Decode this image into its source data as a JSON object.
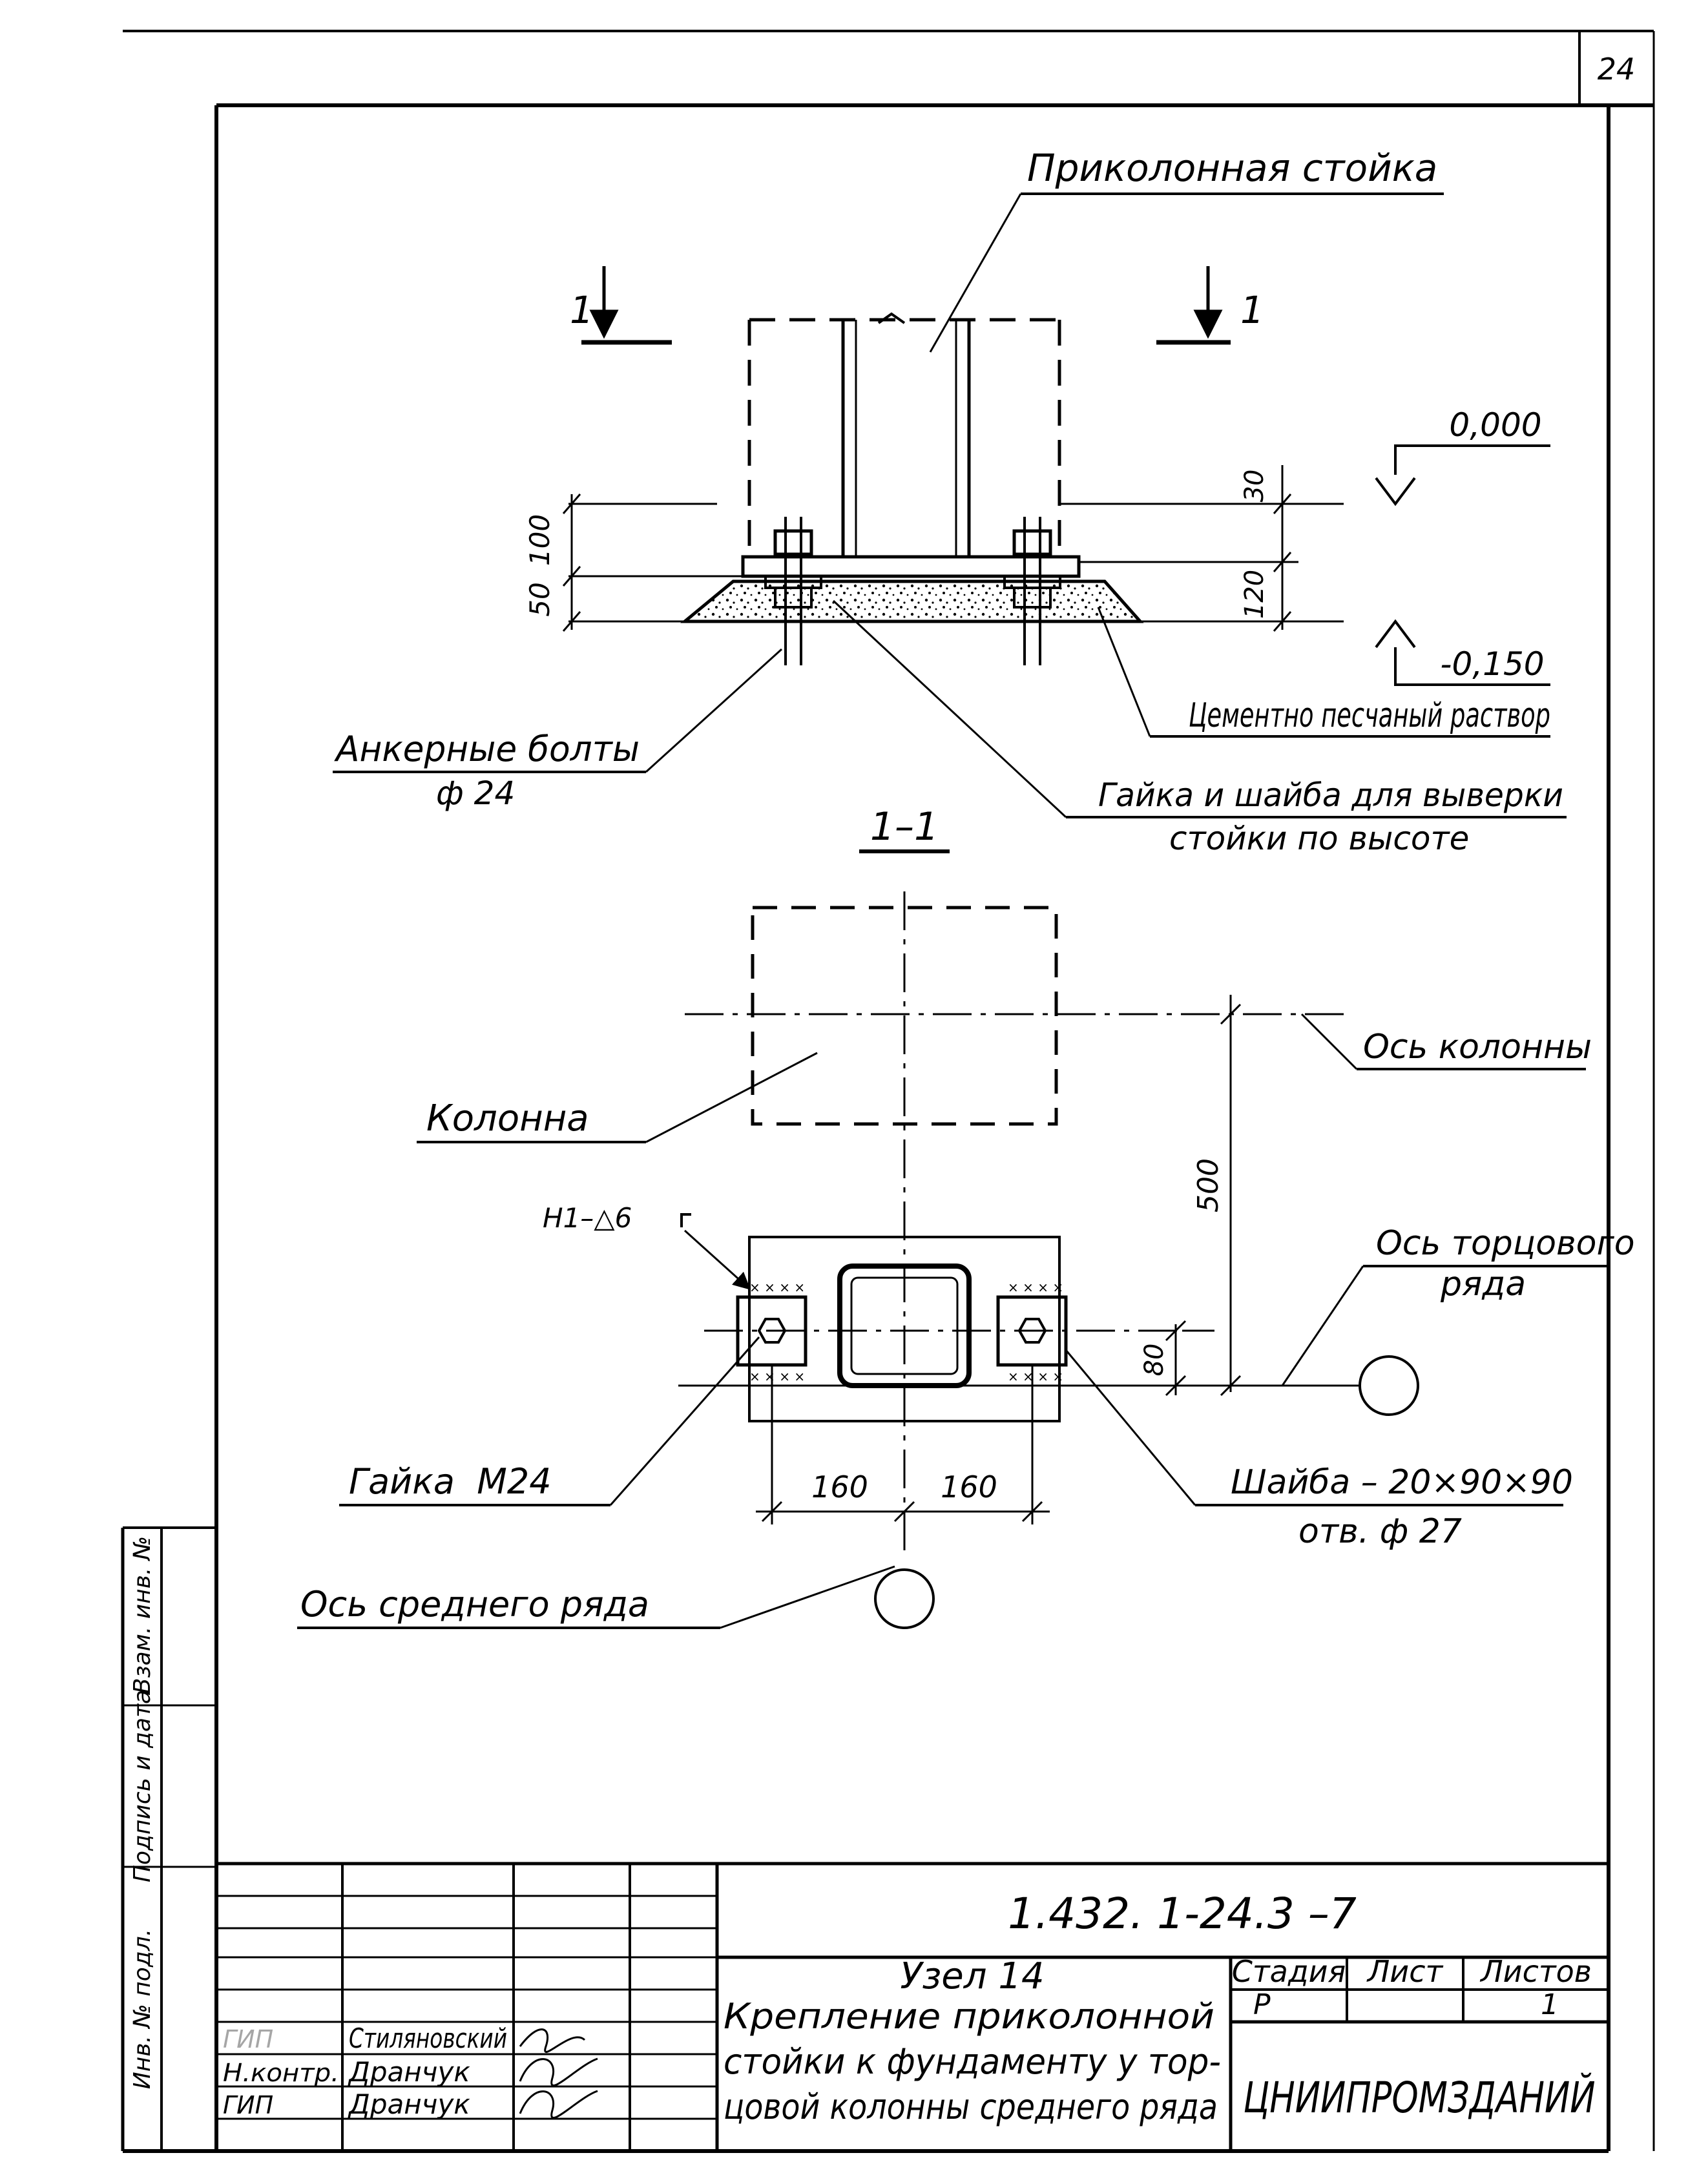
{
  "sheet_number": "24",
  "elevation": {
    "label_column": "Приколонная стойка",
    "section_mark_left": "1",
    "section_mark_right": "1",
    "level_top": "0,000",
    "level_bottom": "-0,150",
    "dim_left_100": "100",
    "dim_left_50": "50",
    "dim_right_30": "30",
    "dim_right_120": "120",
    "label_mortar": "Цементно песчаный раствор",
    "label_nut_washer_line1": "Гайка и шайба для выверки",
    "label_nut_washer_line2": "стойки по высоте",
    "label_anchor_line1": "Анкерные болты",
    "label_anchor_line2": "ф 24"
  },
  "section": {
    "title": "1–1",
    "label_column": "Колонна",
    "label_column_axis": "Ось колонны",
    "label_end_row_axis_line1": "Ось торцового",
    "label_end_row_axis_line2": "ряда",
    "label_weld": "Н1–△6",
    "dim_500": "500",
    "dim_80": "80",
    "dim_160_left": "160",
    "dim_160_right": "160",
    "label_nut": "Гайка  М24",
    "label_washer_line1": "Шайба – 20×90×90",
    "label_washer_line2": "отв. ф 27",
    "label_middle_row_axis": "Ось среднего ряда"
  },
  "side_stamp": {
    "inv_no": "Инв. № подл.",
    "sign_date": "Подпись и дата",
    "replaces_inv": "Взам. инв. №"
  },
  "title_block": {
    "document_code": "1.432. 1-24.3 –7",
    "node_title": "Узел 14",
    "description_line1": "Крепление приколонной",
    "description_line2": "стойки к фундаменту у тор-",
    "description_line3": "цовой колонны среднего ряда",
    "stage_header": "Стадия",
    "sheet_header": "Лист",
    "sheets_header": "Листов",
    "stage_value": "Р",
    "sheets_value": "1",
    "organization": "ЦНИИПРОМЗДАНИЙ",
    "roles": [
      {
        "role": "ГИП",
        "name": "Стиляновский"
      },
      {
        "role": "Н.контр.",
        "name": "Дранчук"
      },
      {
        "role": "ГИП",
        "name": "Дранчук"
      }
    ]
  }
}
